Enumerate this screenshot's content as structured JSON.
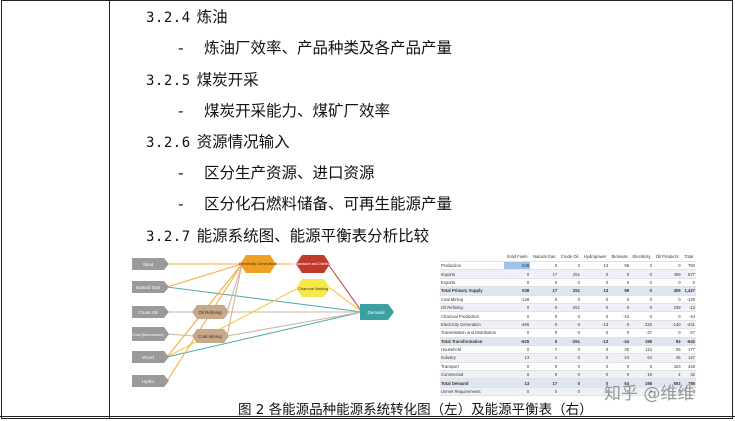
{
  "sections": [
    {
      "num": "3.2.4",
      "title": "炼油",
      "item": "炼油厂效率、产品种类及各产品产量"
    },
    {
      "num": "3.2.5",
      "title": "煤炭开采",
      "item": "煤炭开采能力、煤矿厂效率"
    },
    {
      "num": "3.2.6",
      "title": "资源情况输入",
      "items": [
        "区分生产资源、进口资源",
        "区分化石燃料储备、可再生能源产量"
      ]
    },
    {
      "num": "3.2.7",
      "title": "能源系统图、能源平衡表分析比较"
    }
  ],
  "dash": "-",
  "diagram": {
    "sources": [
      "Wind",
      "Natural Gas",
      "Crude Oil",
      "Coal (bituminous)",
      "Wood",
      "Hydro"
    ],
    "mid": [
      "Oil Refining",
      "Coal Mining"
    ],
    "top": [
      "Electricity Generation",
      "Transmission and Distribution",
      "Charcoal Making"
    ],
    "sink": "Demand",
    "colors": {
      "source": "#9a9a9a",
      "mid": "#c8a88a",
      "elec": "#f0a020",
      "trans": "#c0392b",
      "charcoal": "#f5e84a",
      "demand": "#3aa0a0"
    }
  },
  "balance_table": {
    "columns": [
      "Solid Fuels",
      "Natural Gas",
      "Crude Oil",
      "Hydropower",
      "Biomass",
      "Electricity",
      "Oil Products",
      "Total"
    ],
    "rows": [
      {
        "label": "Production",
        "values": [
          "638",
          "0",
          "0",
          "13",
          "98",
          "0",
          "0",
          "750"
        ]
      },
      {
        "label": "Imports",
        "values": [
          "0",
          "17",
          "251",
          "0",
          "0",
          "0",
          "409",
          "677"
        ]
      },
      {
        "label": "Exports",
        "values": [
          "0",
          "0",
          "0",
          "0",
          "0",
          "0",
          "0",
          "0"
        ]
      },
      {
        "label": "Total Primary Supply",
        "values": [
          "638",
          "17",
          "251",
          "13",
          "98",
          "0",
          "409",
          "1,427"
        ]
      },
      {
        "label": "Coal Mining",
        "values": [
          "-128",
          "0",
          "0",
          "0",
          "0",
          "0",
          "0",
          "-128"
        ]
      },
      {
        "label": "Oil Refining",
        "values": [
          "0",
          "0",
          "-251",
          "0",
          "0",
          "0",
          "239",
          "-13"
        ]
      },
      {
        "label": "Charcoal Production",
        "values": [
          "0",
          "0",
          "0",
          "0",
          "-44",
          "0",
          "0",
          "-44"
        ]
      },
      {
        "label": "Electricity Generation",
        "values": [
          "-466",
          "0",
          "0",
          "-13",
          "0",
          "225",
          "-140",
          "-431"
        ]
      },
      {
        "label": "Transmission and Distribution",
        "values": [
          "0",
          "0",
          "0",
          "0",
          "0",
          "-27",
          "0",
          "-27"
        ]
      },
      {
        "label": "Total Transformation",
        "values": [
          "-625",
          "0",
          "-251",
          "-13",
          "-44",
          "198",
          "94",
          "-642"
        ]
      },
      {
        "label": "Household",
        "values": [
          "0",
          "7",
          "0",
          "0",
          "30",
          "110",
          "35",
          "177"
        ]
      },
      {
        "label": "Industry",
        "values": [
          "13",
          "1",
          "0",
          "0",
          "24",
          "64",
          "45",
          "147"
        ]
      },
      {
        "label": "Transport",
        "values": [
          "0",
          "0",
          "0",
          "0",
          "0",
          "6",
          "423",
          "428"
        ]
      },
      {
        "label": "Commercial",
        "values": [
          "0",
          "9",
          "0",
          "0",
          "0",
          "19",
          "4",
          "32"
        ]
      },
      {
        "label": "Total Demand",
        "values": [
          "13",
          "17",
          "0",
          "0",
          "54",
          "198",
          "503",
          "785"
        ]
      },
      {
        "label": "Unmet Requirements",
        "values": [
          "0",
          "0",
          "0",
          "0",
          "0",
          "0",
          "0",
          "0"
        ]
      }
    ]
  },
  "caption": "图 2 各能源品种能源系统转化图（左）及能源平衡表（右）",
  "watermark": "知乎 @维维"
}
